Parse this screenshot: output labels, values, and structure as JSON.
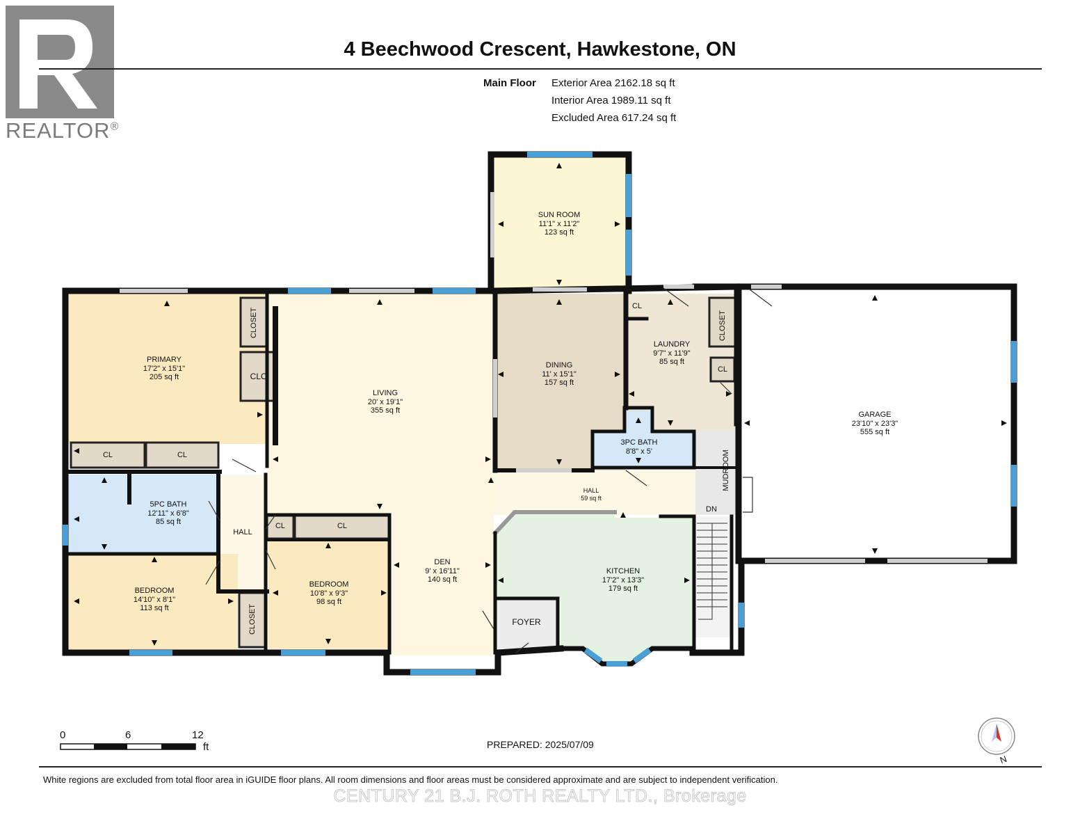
{
  "title": "4 Beechwood Crescent, Hawkestone, ON",
  "logo": {
    "text": "REALTOR",
    "mark": "®"
  },
  "areas": {
    "floor_label": "Main Floor",
    "exterior": "Exterior Area 2162.18 sq ft",
    "interior": "Interior Area 1989.11 sq ft",
    "excluded": "Excluded Area 617.24 sq ft"
  },
  "rooms": {
    "sunroom": {
      "name": "SUN ROOM",
      "dims": "11'1\" x 11'2\"",
      "area": "123 sq ft"
    },
    "primary": {
      "name": "PRIMARY",
      "dims": "17'2\" x 15'1\"",
      "area": "205 sq ft"
    },
    "living": {
      "name": "LIVING",
      "dims": "20' x 19'1\"",
      "area": "355 sq ft"
    },
    "dining": {
      "name": "DINING",
      "dims": "11' x 15'1\"",
      "area": "157 sq ft"
    },
    "laundry": {
      "name": "LAUNDRY",
      "dims": "9'7\" x 11'9\"",
      "area": "85 sq ft"
    },
    "garage": {
      "name": "GARAGE",
      "dims": "23'10\" x 23'3\"",
      "area": "555 sq ft"
    },
    "bath3": {
      "name": "3PC BATH",
      "dims": "8'8\" x 5'"
    },
    "bath5": {
      "name": "5PC BATH",
      "dims": "12'11\" x 6'8\"",
      "area": "85 sq ft"
    },
    "hall_main": {
      "name": "HALL",
      "area": "59 sq ft"
    },
    "hall_small": {
      "name": "HALL"
    },
    "bedroom1": {
      "name": "BEDROOM",
      "dims": "14'10\" x 8'1\"",
      "area": "113 sq ft"
    },
    "bedroom2": {
      "name": "BEDROOM",
      "dims": "10'8\" x 9'3\"",
      "area": "98 sq ft"
    },
    "den": {
      "name": "DEN",
      "dims": "9' x 16'11\"",
      "area": "140 sq ft"
    },
    "kitchen": {
      "name": "KITCHEN",
      "dims": "17'2\" x 13'3\"",
      "area": "179 sq ft"
    },
    "foyer": {
      "name": "FOYER"
    }
  },
  "tags": {
    "closet": "CLOSET",
    "clo": "CLO",
    "cl": "CL",
    "mudroom": "MUDROOM",
    "dn": "DN"
  },
  "scale": {
    "zero": "0",
    "six": "6",
    "twelve": "12",
    "unit": "ft"
  },
  "prepared": "PREPARED: 2025/07/09",
  "compass": {
    "label": "N"
  },
  "disclaimer": "White regions are excluded from total floor area in iGUIDE floor plans. All room dimensions and floor areas must be considered approximate and are subject to independent verification.",
  "watermark": "CENTURY 21 B.J. ROTH REALTY LTD., Brokerage",
  "colors": {
    "wall": "#111111",
    "window": "#4a9fd6",
    "primary": "#fbeac0",
    "living": "#fdf7e1",
    "sunroom": "#fdf6d4",
    "dining": "#e6dbc6",
    "laundry": "#f0e6d6",
    "bath": "#d5e8f8",
    "bedroom": "#fbeac0",
    "kitchen": "#e4f2e1",
    "closet": "#e3d9c8",
    "hall": "#fdf8e6",
    "gray": "#e8e8e8"
  }
}
